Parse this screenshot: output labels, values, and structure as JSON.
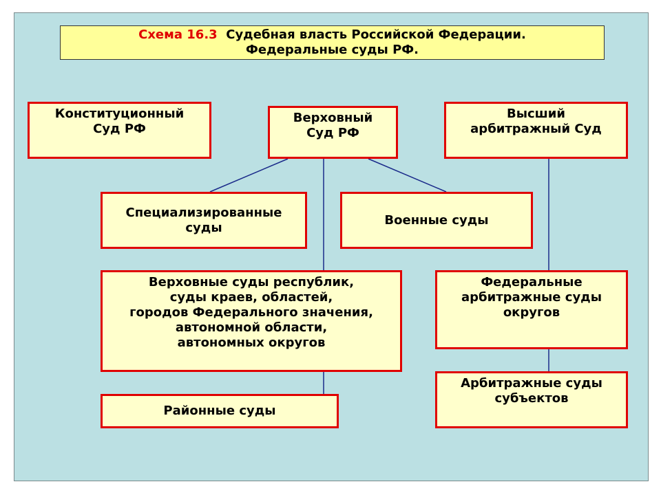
{
  "title": {
    "prefix": "Схема 16.3",
    "line1": "Судебная власть Российской Федерации.",
    "line2": "Федеральные суды РФ."
  },
  "nodes": {
    "constitutional": "Конституционный\nСуд РФ",
    "supreme": "Верховный\nСуд РФ",
    "higher_arbitration": "Высший\nарбитражный Суд",
    "specialized": "Специализированные\nсуды",
    "military": "Военные суды",
    "regional": "Верховные суды республик,\nсуды краев, областей,\nгородов Федерального значения,\nавтономной области,\nавтономных округов",
    "federal_arbitration": "Федеральные\nарбитражные суды\nокругов",
    "district": "Районные суды",
    "subject_arbitration": "Арбитражные суды\nсубъектов"
  },
  "colors": {
    "background": "#bbe0e3",
    "box_fill": "#ffffcc",
    "box_border": "#e00000",
    "title_fill": "#ffff99",
    "connector": "#1a2a8a"
  }
}
